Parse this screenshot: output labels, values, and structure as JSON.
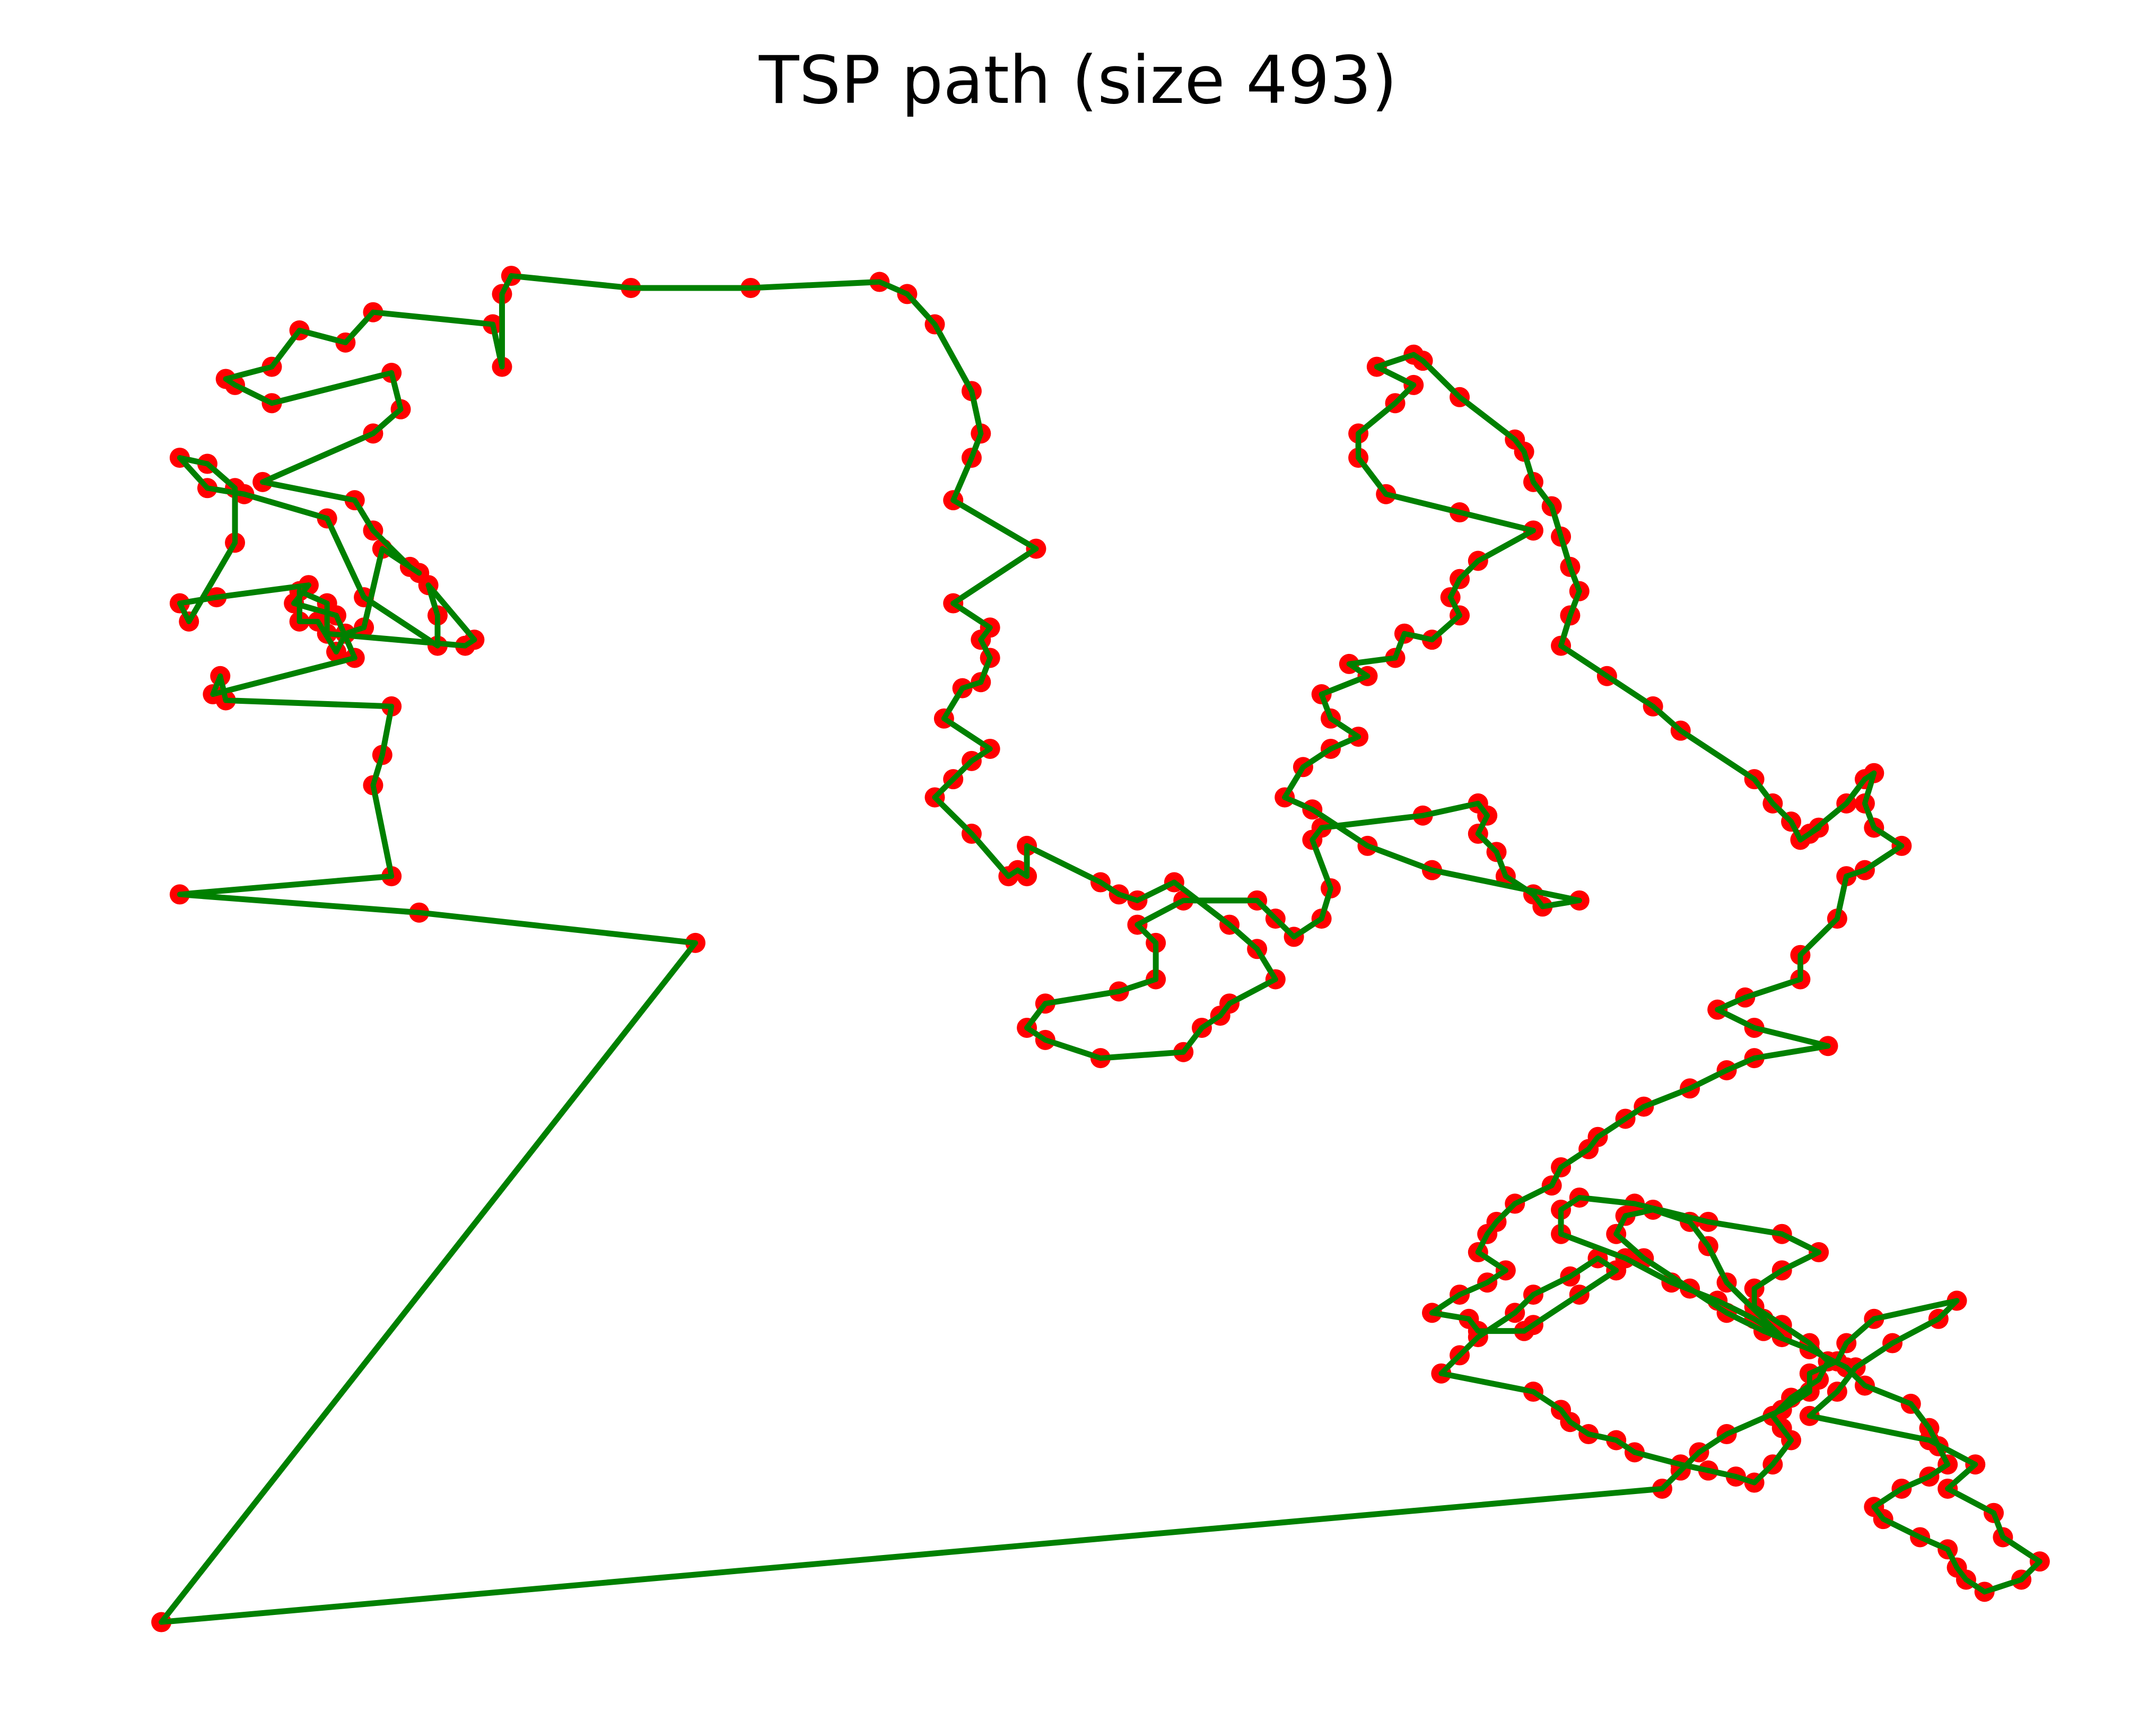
{
  "chart_data": {
    "type": "scatter",
    "title": "TSP path (size 493)",
    "xlabel": "",
    "ylabel": "",
    "axes_visible": false,
    "grid": false,
    "legend": "none",
    "colors": {
      "path": "#008000",
      "points": "#ff0000"
    },
    "x": [
      -0.2,
      2.7,
      1.2,
      -0.1,
      1.05,
      0.95,
      1.0,
      1.05,
      0.15,
      0.12,
      0.08,
      0.85,
      0.75,
      0.52,
      0.6,
      0.1,
      -0.1,
      -0.05,
      0.2,
      0.2,
      0.05,
      -0.1,
      0.05,
      0.25,
      0.7,
      0.9,
      1.3,
      1.3,
      1.25,
      1.5,
      1.45,
      0.7,
      0.7,
      0.55,
      0.55,
      0.65,
      0.75,
      0.8,
      0.9,
      1.0,
      1.2,
      1.15,
      0.95,
      0.85,
      0.35,
      0.95,
      1.1,
      1.05,
      0.4,
      0.2,
      0.15,
      0.4,
      0.55,
      0.8,
      0.95,
      1.6,
      1.65,
      1.65,
      1.7,
      2.35,
      3.0,
      3.7,
      3.85,
      4.0,
      4.2,
      4.25,
      4.2,
      4.1,
      4.55,
      4.1,
      4.3,
      4.25,
      4.3,
      4.25,
      4.15,
      4.05,
      4.3,
      4.2,
      4.1,
      4.0,
      4.2,
      4.4,
      4.45,
      4.5,
      4.5,
      4.9,
      5.0,
      5.1,
      5.3,
      5.6,
      5.75,
      5.85,
      5.6,
      5.55,
      5.45,
      5.35,
      4.9,
      4.6,
      4.5,
      4.6,
      5.0,
      5.2,
      5.2,
      5.1,
      5.35,
      5.75,
      5.85,
      5.95,
      6.1,
      6.15,
      6.05,
      6.1,
      6.65,
      6.95,
      7.0,
      6.95,
      7.05,
      7.1,
      7.25,
      7.3,
      7.5,
      6.7,
      6.35,
      6.05,
      5.9,
      6.0,
      6.15,
      6.3,
      6.15,
      6.1,
      6.35,
      6.25,
      6.5,
      6.55,
      6.7,
      6.85,
      6.8,
      6.85,
      6.95,
      7.25,
      6.85,
      6.45,
      6.3,
      6.3,
      6.5,
      6.6,
      6.4,
      6.6,
      6.65,
      6.85,
      7.15,
      7.2,
      7.25,
      7.35,
      7.4,
      7.45,
      7.5,
      7.45,
      7.4,
      7.65,
      7.9,
      8.05,
      8.45,
      8.55,
      8.65,
      8.7,
      8.8,
      8.75,
      8.95,
      9.05,
      9.1,
      9.05,
      9.1,
      9.25,
      9.05,
      8.95,
      8.9,
      8.7,
      8.7,
      8.4,
      8.25,
      8.45,
      8.85,
      8.45,
      8.3,
      8.1,
      7.85,
      7.75,
      7.6,
      7.55,
      7.4,
      7.35,
      7.15,
      7.05,
      7.0,
      6.95,
      7.1,
      7.0,
      6.85,
      6.7,
      6.9,
      6.95,
      7.2,
      7.25,
      7.5,
      7.7,
      7.6,
      7.45,
      7.25,
      7.15,
      6.95,
      6.85,
      6.75,
      7.25,
      7.4,
      7.45,
      7.55,
      7.7,
      7.8,
      8.05,
      8.2,
      8.35,
      8.45,
      8.55,
      8.65,
      8.6,
      8.55,
      8.65,
      8.8,
      8.85,
      8.75,
      8.6,
      8.45,
      8.45,
      8.6,
      8.8,
      8.6,
      8.2,
      7.8,
      7.5,
      7.4,
      7.4,
      7.75,
      8.0,
      8.25,
      8.45,
      8.6,
      8.5,
      8.3,
      8.2,
      8.1,
      7.9,
      7.75,
      7.7,
      7.85,
      8.1,
      8.3,
      8.5,
      8.75,
      8.95,
      9.05,
      9.3,
      9.4,
      9.45,
      9.5,
      9.4,
      9.25,
      9.1,
      9.15,
      9.35,
      9.5,
      9.55,
      9.6,
      9.7,
      9.9,
      10.0,
      9.8,
      9.75,
      9.5,
      9.65,
      9.4,
      8.75,
      8.9,
      9.0,
      9.2,
      9.45,
      9.55,
      9.1,
      8.95,
      8.9,
      8.75,
      8.75,
      8.6,
      8.3,
      8.15,
      8.05,
      7.95,
      7.8,
      7.6,
      7.5,
      7.35,
      7.3,
      7.2,
      7.15,
      7.1,
      7.05
    ],
    "y": [
      -1.2,
      4.4,
      4.65,
      4.8,
      4.95,
      5.7,
      5.95,
      6.35,
      6.4,
      6.6,
      6.45,
      6.75,
      7.1,
      7.2,
      7.35,
      7.25,
      7.2,
      7.05,
      7.7,
      8.15,
      8.35,
      8.4,
      8.15,
      8.1,
      7.9,
      7.25,
      6.85,
      7.1,
      7.35,
      6.9,
      6.85,
      6.95,
      7.2,
      7.3,
      7.05,
      7.05,
      6.8,
      6.95,
      7.0,
      7.65,
      7.45,
      7.5,
      7.8,
      8.05,
      8.2,
      8.6,
      8.8,
      9.1,
      8.85,
      9.0,
      9.05,
      9.15,
      9.45,
      9.35,
      9.6,
      9.5,
      9.15,
      9.75,
      9.9,
      9.8,
      9.8,
      9.85,
      9.75,
      9.5,
      8.95,
      8.6,
      8.4,
      8.05,
      7.65,
      7.2,
      7.0,
      6.9,
      6.75,
      6.55,
      6.5,
      6.25,
      6.0,
      5.9,
      5.75,
      5.6,
      5.3,
      4.95,
      5.0,
      4.95,
      5.2,
      4.9,
      4.8,
      4.75,
      4.9,
      4.55,
      4.35,
      4.1,
      3.9,
      3.8,
      3.7,
      3.5,
      3.45,
      3.6,
      3.7,
      3.9,
      4.0,
      4.1,
      4.4,
      4.55,
      4.75,
      4.75,
      4.6,
      4.45,
      4.6,
      4.85,
      5.25,
      5.35,
      5.45,
      5.55,
      5.45,
      5.3,
      5.15,
      4.95,
      4.8,
      4.7,
      4.75,
      5.0,
      5.2,
      5.5,
      5.6,
      5.85,
      6.0,
      6.1,
      6.25,
      6.45,
      6.6,
      6.7,
      6.75,
      6.95,
      6.9,
      7.1,
      7.25,
      7.4,
      7.55,
      7.8,
      7.95,
      8.1,
      8.4,
      8.6,
      8.85,
      9.0,
      9.15,
      9.25,
      9.2,
      8.9,
      8.55,
      8.45,
      8.2,
      8.0,
      7.75,
      7.5,
      7.3,
      7.1,
      6.85,
      6.6,
      6.35,
      6.15,
      5.75,
      5.55,
      5.4,
      5.25,
      5.35,
      5.3,
      5.55,
      5.75,
      5.8,
      5.55,
      5.35,
      5.2,
      5.0,
      4.95,
      4.6,
      4.3,
      4.1,
      3.95,
      3.85,
      3.7,
      3.55,
      3.45,
      3.35,
      3.2,
      3.05,
      2.95,
      2.8,
      2.7,
      2.55,
      2.4,
      2.25,
      2.1,
      2.0,
      1.85,
      1.7,
      1.6,
      1.5,
      1.35,
      1.3,
      1.2,
      1.2,
      1.25,
      1.5,
      1.7,
      1.8,
      1.65,
      1.5,
      1.35,
      1.15,
      1.0,
      0.85,
      0.7,
      0.55,
      0.45,
      0.35,
      0.3,
      0.2,
      0.1,
      0.05,
      0.0,
      -0.05,
      0.1,
      0.3,
      0.4,
      0.5,
      0.65,
      0.8,
      0.95,
      1.1,
      1.25,
      1.4,
      1.55,
      1.7,
      1.85,
      2.0,
      2.1,
      2.25,
      2.3,
      2.2,
      2.0,
      1.8,
      1.6,
      1.45,
      1.3,
      1.15,
      1.3,
      1.6,
      1.9,
      2.1,
      2.2,
      2.15,
      2.0,
      1.8,
      1.55,
      1.35,
      1.2,
      1.05,
      0.9,
      0.75,
      0.6,
      0.4,
      0.25,
      0.1,
      0.0,
      -0.1,
      -0.25,
      -0.35,
      -0.5,
      -0.6,
      -0.75,
      -0.85,
      -0.95,
      -0.85,
      -0.7,
      -0.5,
      -0.3,
      -0.1,
      0.1,
      0.3,
      0.5,
      0.7,
      0.9,
      1.1,
      1.3,
      1.45,
      1.3,
      1.1,
      0.95,
      0.85,
      0.7,
      0.55,
      0.35,
      0.2,
      0.05,
      -0.1
    ],
    "xlim": [
      -0.5,
      10.3
    ],
    "ylim": [
      -1.6,
      10.6
    ]
  }
}
